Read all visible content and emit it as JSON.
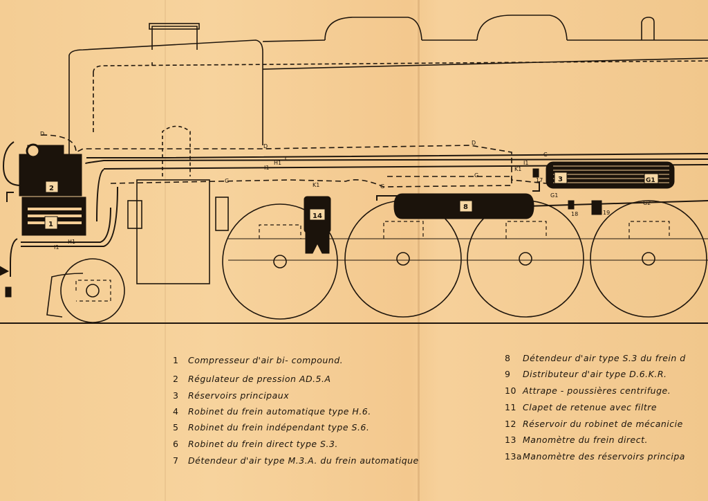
{
  "diagram": {
    "labels": {
      "compressor": "1",
      "regulator": "2",
      "reservoir_main": "3",
      "reservoir_8": "8",
      "dust_catcher": "14",
      "tag_g1": "G1",
      "tag_g2": "G2",
      "tag_d": "D",
      "tag_d2": "D",
      "tag_d3": "D",
      "tag_c": "C",
      "tag_c2": "C",
      "tag_h1": "H1",
      "tag_h1b": "H1",
      "tag_i1": "I1",
      "tag_i1b": "I1",
      "tag_i1c": "I1",
      "tag_k1": "K1",
      "tag_k1b": "K1",
      "tag_g": "G",
      "tag_g_b": "G",
      "tag_g_c": "G",
      "tag_17": "17",
      "tag_18": "18",
      "tag_19": "19",
      "tag_g1b": "G1"
    }
  },
  "legend": {
    "left": [
      {
        "num": "1",
        "text": "Compresseur   d'air  bi- compound."
      },
      {
        "num": "2",
        "text": "Régulateur  de  pression  AD.5.A"
      },
      {
        "num": "3",
        "text": "Réservoirs  principaux"
      },
      {
        "num": "4",
        "text": "Robinet  du  frein  automatique  type  H.6."
      },
      {
        "num": "5",
        "text": "Robinet  du  frein  indépendant  type  S.6."
      },
      {
        "num": "6",
        "text": "Robinet  du  frein  direct   type  S.3."
      },
      {
        "num": "7",
        "text": "Détendeur  d'air  type  M.3.A.  du  frein  automatique"
      }
    ],
    "right": [
      {
        "num": "8",
        "text": "Détendeur  d'air  type  S.3  du  frein  d"
      },
      {
        "num": "9",
        "text": "Distributeur  d'air  type  D.6.K.R."
      },
      {
        "num": "10",
        "text": "Attrape - poussières  centrifuge."
      },
      {
        "num": "11",
        "text": "Clapet  de  retenue  avec  filtre"
      },
      {
        "num": "12",
        "text": "Réservoir  du  robinet  de  mécanicie"
      },
      {
        "num": "13",
        "text": "Manomètre  du  frein  direct."
      },
      {
        "num": "13a",
        "text": "Manomètre  des  réservoirs  principa"
      }
    ]
  }
}
